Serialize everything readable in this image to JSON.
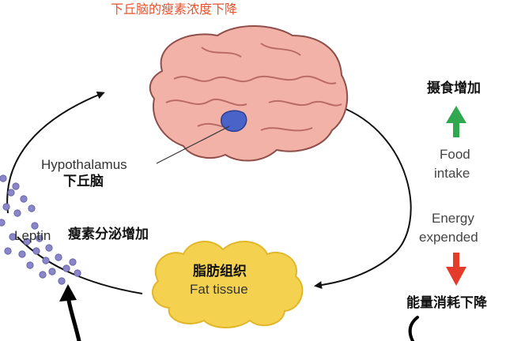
{
  "title": "下丘脑的瘦素浓度下降",
  "hypothalamus": {
    "label_en": "Hypothalamus",
    "label_cn": "下丘脑"
  },
  "leptin": {
    "label_en": "Leptin",
    "label_cn": "瘦素分泌增加"
  },
  "fat_tissue": {
    "label_cn": "脂肪组织",
    "label_en": "Fat tissue"
  },
  "food_intake": {
    "label_cn": "摄食增加",
    "label_en_line1": "Food",
    "label_en_line2": "intake"
  },
  "energy": {
    "label_en_line1": "Energy",
    "label_en_line2": "expended",
    "label_cn": "能量消耗下降"
  },
  "colors": {
    "title": "#e8532f",
    "up_arrow": "#2fa84f",
    "down_arrow": "#e53b2a",
    "fat": "#f4d24f",
    "brain": "#f2b2a8",
    "hypothalamus": "#4a63c8",
    "leptin_dots": "#8a86c9"
  }
}
